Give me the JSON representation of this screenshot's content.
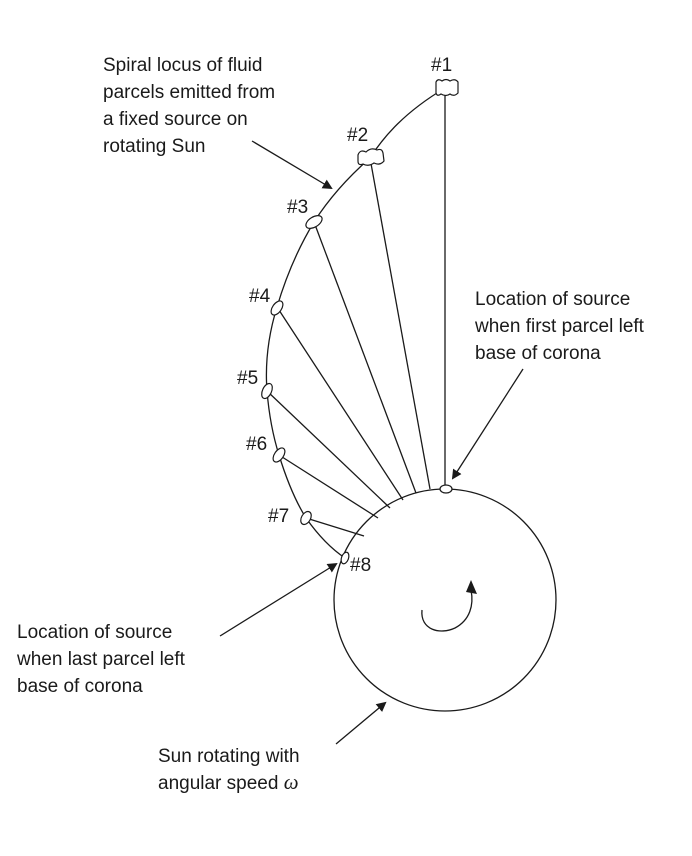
{
  "annotations": {
    "spiral_locus": [
      "Spiral locus of fluid",
      "parcels emitted from",
      "a fixed source on",
      "rotating Sun"
    ],
    "first_source": [
      "Location of source",
      "when first parcel left",
      "base of corona"
    ],
    "last_source": [
      "Location of source",
      "when last parcel left",
      "base of corona"
    ],
    "sun_rotation": [
      "Sun rotating with",
      "angular speed "
    ],
    "omega_symbol": "ω"
  },
  "parcel_labels": [
    "#1",
    "#2",
    "#3",
    "#4",
    "#5",
    "#6",
    "#7",
    "#8"
  ],
  "colors": {
    "line": "#1a1a1a",
    "background": "#ffffff"
  }
}
